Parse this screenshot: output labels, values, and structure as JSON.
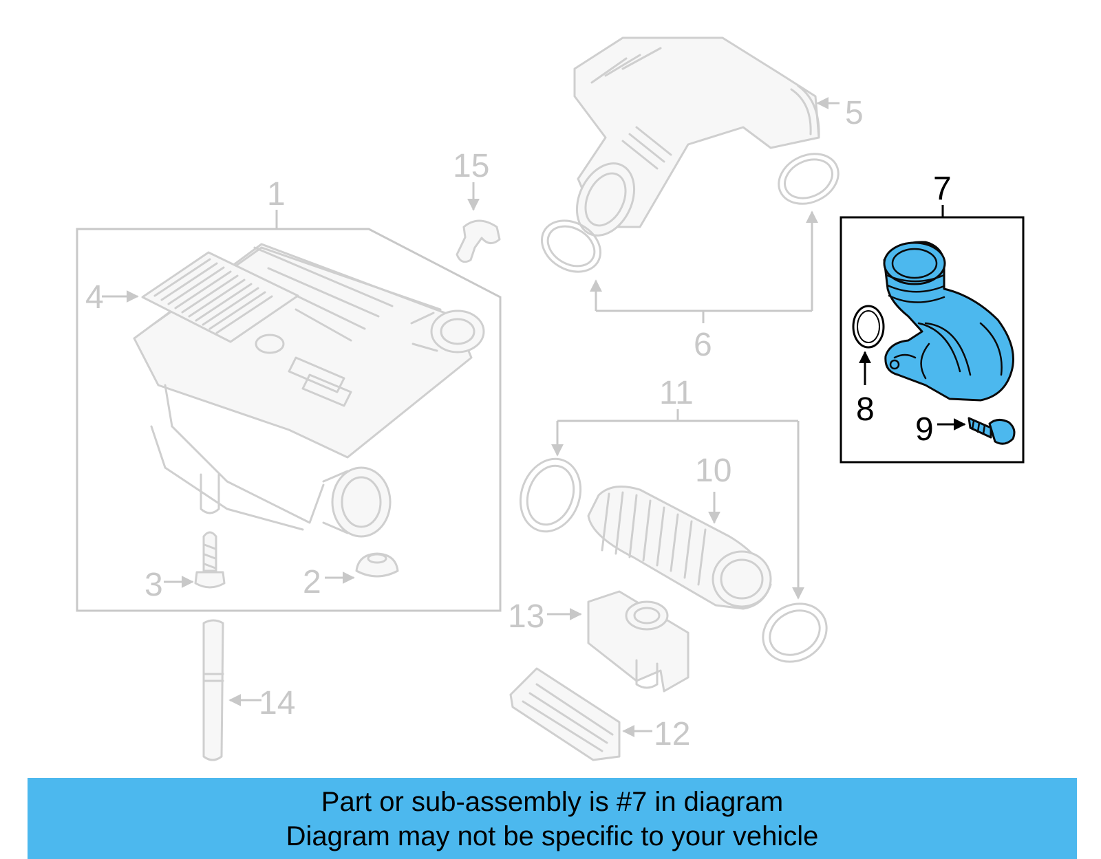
{
  "callouts": {
    "c1": "1",
    "c2": "2",
    "c3": "3",
    "c4": "4",
    "c5": "5",
    "c6": "6",
    "c7": "7",
    "c8": "8",
    "c9": "9",
    "c10": "10",
    "c11": "11",
    "c12": "12",
    "c13": "13",
    "c14": "14",
    "c15": "15"
  },
  "highlight": {
    "part_number": "7",
    "color": "#4cb8ee"
  },
  "banner": {
    "line1": "Part or sub-assembly is #7 in diagram",
    "line2": "Diagram may not be specific to your vehicle",
    "color": "#4cb8ee"
  }
}
